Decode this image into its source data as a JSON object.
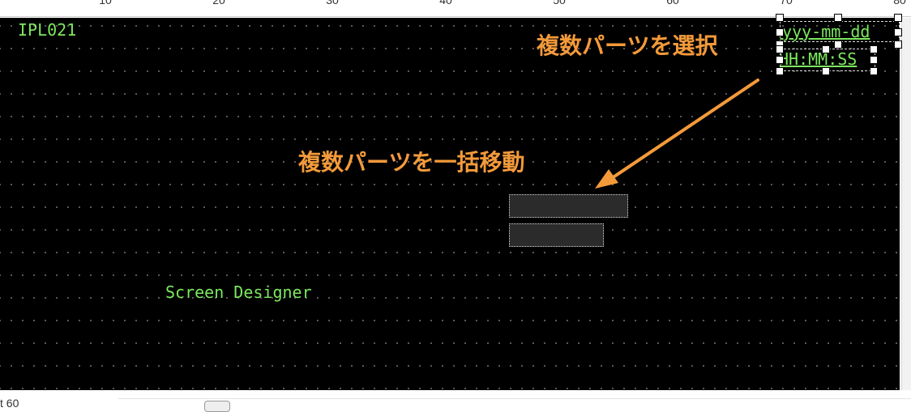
{
  "ruler": {
    "labels": [
      "10",
      "20",
      "30",
      "40",
      "50",
      "60",
      "70",
      "80"
    ]
  },
  "canvas": {
    "program_id": "IPL021",
    "date_field": "yyyy-mm-dd",
    "time_field": "HH:MM:SS",
    "screen_title": "Screen Designer"
  },
  "annotations": {
    "select_multiple": "複数パーツを選択",
    "move_multiple": "複数パーツを一括移動"
  },
  "status": {
    "left_text": "t    60"
  },
  "colors": {
    "terminal_green": "#7ce85e",
    "annotation_orange": "#f39a3a",
    "canvas_background": "#000000"
  }
}
